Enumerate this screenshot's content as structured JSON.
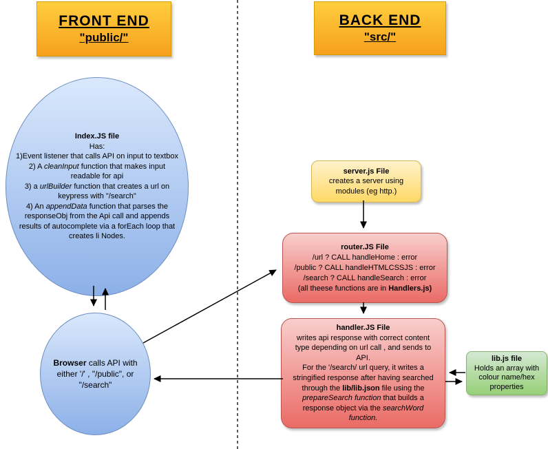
{
  "colors": {
    "orange_top": "#ffce3f",
    "orange_bottom": "#f7a01d",
    "orange_border": "#d79b00",
    "blue_top": "#dae8fc",
    "blue_bottom": "#8cb0e8",
    "blue_border": "#6c8ebf",
    "yellow_top": "#fff2cc",
    "yellow_bottom": "#ffd966",
    "yellow_border": "#d6b656",
    "red_top": "#f8cecc",
    "red_bottom": "#ea6b66",
    "red_border": "#b85450",
    "green_top": "#d5e8d4",
    "green_bottom": "#97d077",
    "green_border": "#82b366",
    "line": "#000000"
  },
  "headers": {
    "front": {
      "title": "FRONT END",
      "subtitle": "\"public/\""
    },
    "back": {
      "title": "BACK END",
      "subtitle": "\"src/\""
    }
  },
  "nodes": {
    "index_ellipse": {
      "lines": [
        [
          {
            "t": "Index.JS file",
            "s": "b"
          }
        ],
        [
          {
            "t": "Has:"
          }
        ],
        [
          {
            "t": "1)Event listener that calls API on input to textbox"
          }
        ],
        [
          {
            "t": "2) A "
          },
          {
            "t": "cleanInput",
            "s": "i"
          },
          {
            "t": " function that makes input"
          }
        ],
        [
          {
            "t": "readable for api"
          }
        ],
        [
          {
            "t": "3) a "
          },
          {
            "t": "urlBuilder",
            "s": "i"
          },
          {
            "t": " function that creates a url on"
          }
        ],
        [
          {
            "t": "keypress with \"/search\""
          }
        ],
        [
          {
            "t": "4) An "
          },
          {
            "t": "appendData",
            "s": "i"
          },
          {
            "t": " function that parses the"
          }
        ],
        [
          {
            "t": "responseObj from the Api call and appends"
          }
        ],
        [
          {
            "t": "results of autocomplete via a forEach loop that"
          }
        ],
        [
          {
            "t": "creates li Nodes."
          }
        ]
      ]
    },
    "browser_ellipse": {
      "lines": [
        [
          {
            "t": "Browser",
            "s": "b"
          },
          {
            "t": " calls API with"
          }
        ],
        [
          {
            "t": "either '/' , \"/public\", or"
          }
        ],
        [
          {
            "t": "\"/search\""
          }
        ]
      ]
    },
    "server_box": {
      "lines": [
        [
          {
            "t": "server.js File",
            "s": "b"
          }
        ],
        [
          {
            "t": "creates a server using"
          }
        ],
        [
          {
            "t": "modules (eg http.)"
          }
        ]
      ]
    },
    "router_box": {
      "lines": [
        [
          {
            "t": "router.JS File",
            "s": "b"
          }
        ],
        [
          {
            "t": "/url ? CALL handleHome : error"
          }
        ],
        [
          {
            "t": "/public ? CALL handleHTMLCSSJS : error"
          }
        ],
        [
          {
            "t": "/search ? CALL handleSearch : error"
          }
        ],
        [
          {
            "t": "(all theese functions are in "
          },
          {
            "t": "Handlers.js)",
            "s": "b"
          }
        ]
      ]
    },
    "handler_box": {
      "lines": [
        [
          {
            "t": "handler.JS File",
            "s": "b"
          }
        ],
        [
          {
            "t": "writes api response with correct content"
          }
        ],
        [
          {
            "t": "type depending on url call , and sends to"
          }
        ],
        [
          {
            "t": "API."
          }
        ],
        [
          {
            "t": "For the '/search/ url query, it writes a"
          }
        ],
        [
          {
            "t": "stringified response after having searched"
          }
        ],
        [
          {
            "t": "through the "
          },
          {
            "t": "lib/lib.json",
            "s": "b"
          },
          {
            "t": " file using the"
          }
        ],
        [
          {
            "t": "prepareSearch function",
            "s": "i"
          },
          {
            "t": "  that builds a"
          }
        ],
        [
          {
            "t": "response object via the "
          },
          {
            "t": "searchWord",
            "s": "i"
          }
        ],
        [
          {
            "t": "function.",
            "s": "i"
          }
        ]
      ]
    },
    "lib_box": {
      "lines": [
        [
          {
            "t": "lib.js file",
            "s": "b"
          }
        ],
        [
          {
            "t": "Holds an array with"
          }
        ],
        [
          {
            "t": "colour name/hex"
          }
        ],
        [
          {
            "t": "properties"
          }
        ]
      ]
    }
  },
  "edges": [
    {
      "from": "index-js-node",
      "to": "browser-node"
    },
    {
      "from": "browser-node",
      "to": "index-js-node"
    },
    {
      "from": "browser-node",
      "to": "router-js-node"
    },
    {
      "from": "handler-js-node",
      "to": "browser-node"
    },
    {
      "from": "server-js-node",
      "to": "router-js-node"
    },
    {
      "from": "router-js-node",
      "to": "handler-js-node"
    },
    {
      "from": "lib-js-node",
      "to": "handler-js-node"
    },
    {
      "from": "handler-js-node",
      "to": "lib-js-node"
    }
  ]
}
